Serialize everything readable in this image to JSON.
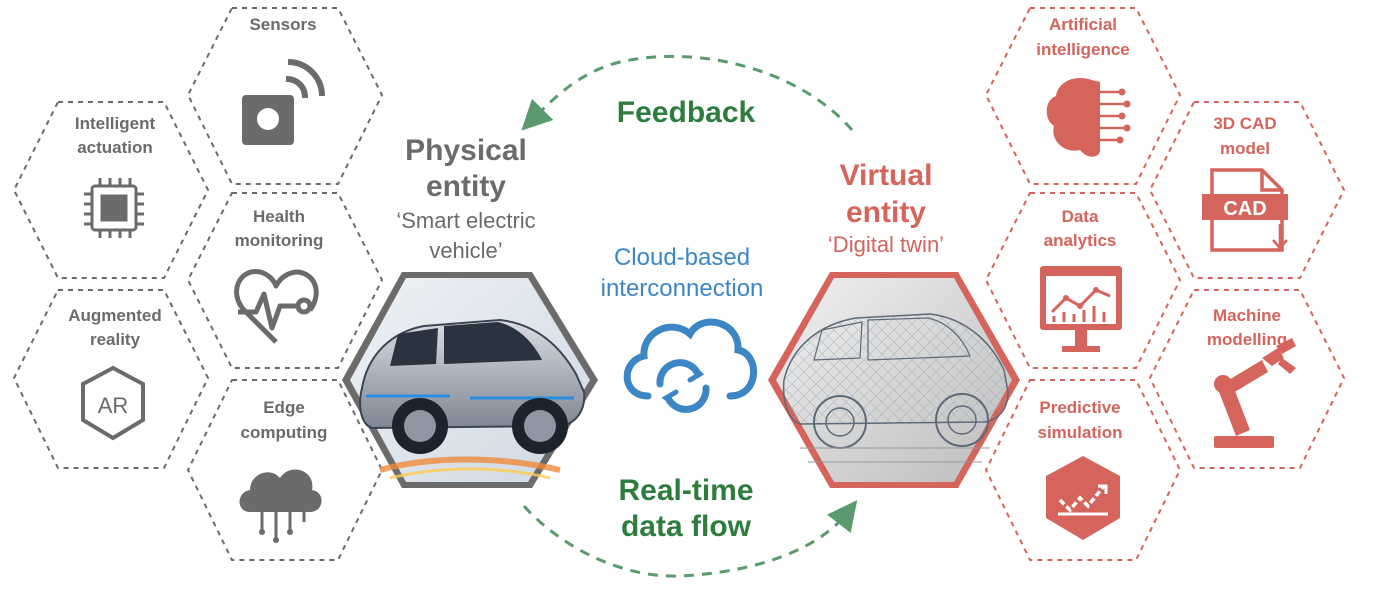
{
  "colors": {
    "physical": "#6b6b6b",
    "virtual": "#d4645c",
    "flow": "#5a9a6e",
    "flow_text": "#2e7d3e",
    "cloud": "#3d86c6"
  },
  "physical": {
    "title_line1": "Physical",
    "title_line2": "entity",
    "subtitle_line1": "‘Smart electric",
    "subtitle_line2": "vehicle’",
    "features": [
      {
        "lines": [
          "Sensors"
        ],
        "icon": "sensor-icon"
      },
      {
        "lines": [
          "Intelligent",
          "actuation"
        ],
        "icon": "chip-icon"
      },
      {
        "lines": [
          "Health",
          "monitoring"
        ],
        "icon": "heart-monitor-icon"
      },
      {
        "lines": [
          "Augmented",
          "reality"
        ],
        "icon": "ar-icon"
      },
      {
        "lines": [
          "Edge",
          "computing"
        ],
        "icon": "edge-cloud-icon"
      }
    ]
  },
  "virtual": {
    "title_line1": "Virtual",
    "title_line2": "entity",
    "subtitle": "‘Digital twin’",
    "features": [
      {
        "lines": [
          "Artificial",
          "intelligence"
        ],
        "icon": "brain-icon"
      },
      {
        "lines": [
          "3D CAD",
          "model"
        ],
        "icon": "cad-file-icon"
      },
      {
        "lines": [
          "Data",
          "analytics"
        ],
        "icon": "analytics-monitor-icon"
      },
      {
        "lines": [
          "Machine",
          "modelling"
        ],
        "icon": "robot-arm-icon"
      },
      {
        "lines": [
          "Predictive",
          "simulation"
        ],
        "icon": "simulation-chart-icon"
      }
    ],
    "cad_badge": "CAD",
    "ar_badge": "AR"
  },
  "center": {
    "cloud_line1": "Cloud-based",
    "cloud_line2": "interconnection",
    "feedback": "Feedback",
    "realtime_line1": "Real-time",
    "realtime_line2": "data flow"
  }
}
